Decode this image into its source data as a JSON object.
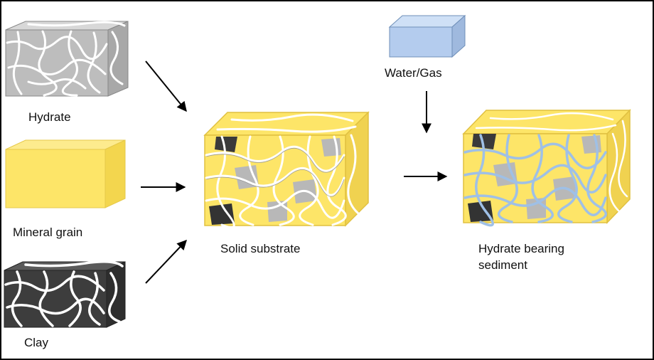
{
  "labels": {
    "hydrate": "Hydrate",
    "mineral_grain": "Mineral grain",
    "clay": "Clay",
    "solid_substrate": "Solid substrate",
    "water_gas": "Water/Gas",
    "hydrate_bearing_line1": "Hydrate bearing",
    "hydrate_bearing_line2": "sediment"
  },
  "colors": {
    "mineral_yellow": "#FDE568",
    "hydrate_gray": "#B8B8B8",
    "clay_dark": "#3A3A3A",
    "water_blue": "#B4CCEE",
    "water_outline": "#8FB2DA",
    "arrow": "#000000"
  }
}
